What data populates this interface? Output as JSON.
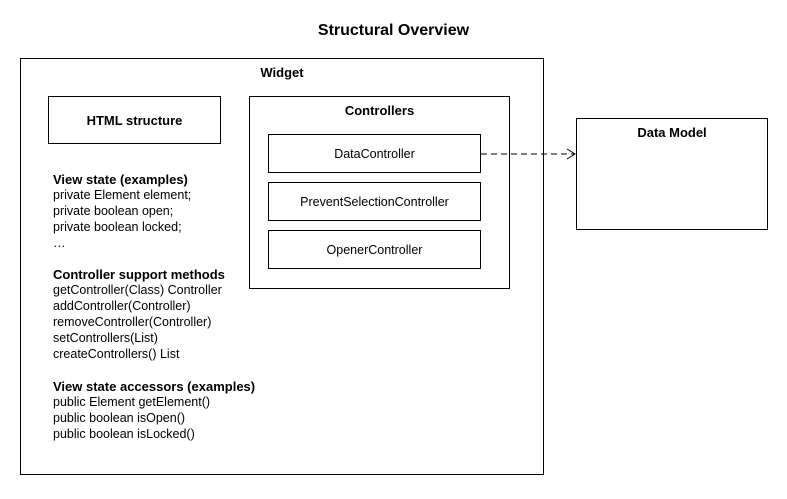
{
  "diagram": {
    "title": "Structural Overview",
    "widget": {
      "label": "Widget",
      "html_structure_label": "HTML structure",
      "sections": [
        {
          "heading": "View state (examples)",
          "lines": [
            "private Element element;",
            "private boolean open;",
            "private boolean locked;",
            "…"
          ]
        },
        {
          "heading": "Controller support methods",
          "lines": [
            "getController(Class) Controller",
            "addController(Controller)",
            "removeController(Controller)",
            "setControllers(List)",
            "createControllers() List"
          ]
        },
        {
          "heading": "View state accessors (examples)",
          "lines": [
            "public Element getElement()",
            "public boolean isOpen()",
            "public boolean isLocked()"
          ]
        }
      ]
    },
    "controllers": {
      "label": "Controllers",
      "items": [
        "DataController",
        "PreventSelectionController",
        "OpenerController"
      ]
    },
    "data_model": {
      "label": "Data Model"
    },
    "connector": {
      "from": "DataController",
      "to": "Data Model",
      "style": "dashed-arrow"
    }
  }
}
